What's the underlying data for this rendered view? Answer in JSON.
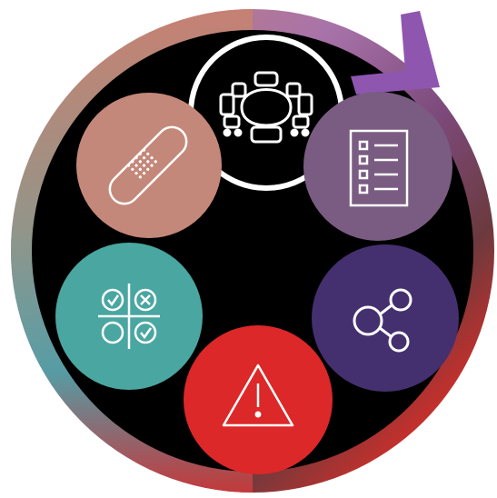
{
  "diagram": {
    "background": "#000000",
    "ring_gradient": [
      "#c9826e",
      "#a96fa8",
      "#8f56b0",
      "#6a3a5a",
      "#b4302c",
      "#d73c3c",
      "#4aa6a6",
      "#8e9a86",
      "#c9826e"
    ],
    "arrow_color": "#8f56b0",
    "nodes": [
      {
        "id": "meeting",
        "icon": "conference-table-icon",
        "color": "#ffffff",
        "outline": "#000000"
      },
      {
        "id": "checklist",
        "icon": "checklist-icon",
        "color": "#7a5c82"
      },
      {
        "id": "share",
        "icon": "share-network-icon",
        "color": "#44306e"
      },
      {
        "id": "warning",
        "icon": "warning-triangle-icon",
        "color": "#dc2828"
      },
      {
        "id": "tic-tac-toe",
        "icon": "decision-grid-icon",
        "color": "#4aa6a1"
      },
      {
        "id": "bandage",
        "icon": "bandage-icon",
        "color": "#c4887a"
      }
    ]
  }
}
